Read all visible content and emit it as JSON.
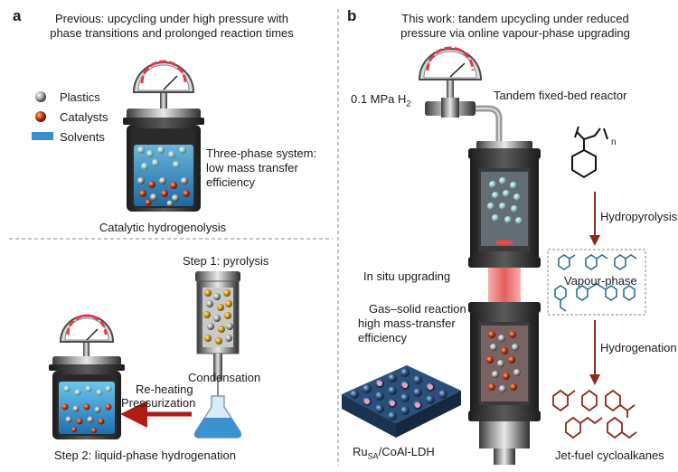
{
  "panel_a": {
    "letter": "a",
    "title_line1": "Previous: upcycling under high pressure with",
    "title_line2": "phase transitions and prolonged reaction times",
    "legend": [
      {
        "icon": "plastic-sphere-icon",
        "label": "Plastics"
      },
      {
        "icon": "catalyst-sphere-icon",
        "label": "Catalysts"
      },
      {
        "icon": "solvent-bar-icon",
        "label": "Solvents"
      }
    ],
    "three_phase_line1": "Three-phase system:",
    "three_phase_line2": "low mass transfer",
    "three_phase_line3": "efficiency",
    "hydrogenolysis_label": "Catalytic hydrogenolysis",
    "step1_label": "Step 1: pyrolysis",
    "condensation_label": "Condensation",
    "reheating_label": "Re-heating",
    "pressurization_label": "Pressurization",
    "step2_label": "Step 2: liquid-phase hydrogenation"
  },
  "panel_b": {
    "letter": "b",
    "title_line1": "This work: tandem upcycling under reduced",
    "title_line2": "pressure via online vapour-phase upgrading",
    "pressure_label": "0.1 MPa H",
    "pressure_sub": "2",
    "reactor_label": "Tandem fixed-bed reactor",
    "polymer_repeat_n": "n",
    "hydropyrolysis_label": "Hydropyrolysis",
    "vapour_phase_label": "Vapour-phase",
    "in_situ_label": "In situ upgrading",
    "gas_solid_line1": "Gas–solid reaction",
    "gas_solid_line2": "high mass-transfer",
    "gas_solid_line3": "efficiency",
    "hydrogenation_label": "Hydrogenation",
    "catalyst_label_main": "Ru",
    "catalyst_label_sub": "SA",
    "catalyst_label_rest": "/CoAl-LDH",
    "product_label": "Jet-fuel cycloalkanes"
  },
  "colors": {
    "arrow_red": "#b01c14",
    "product_brown": "#8b2a1a",
    "aromatic_blue": "#2b6f8f",
    "solvent_blue": "#3a8fc8"
  }
}
